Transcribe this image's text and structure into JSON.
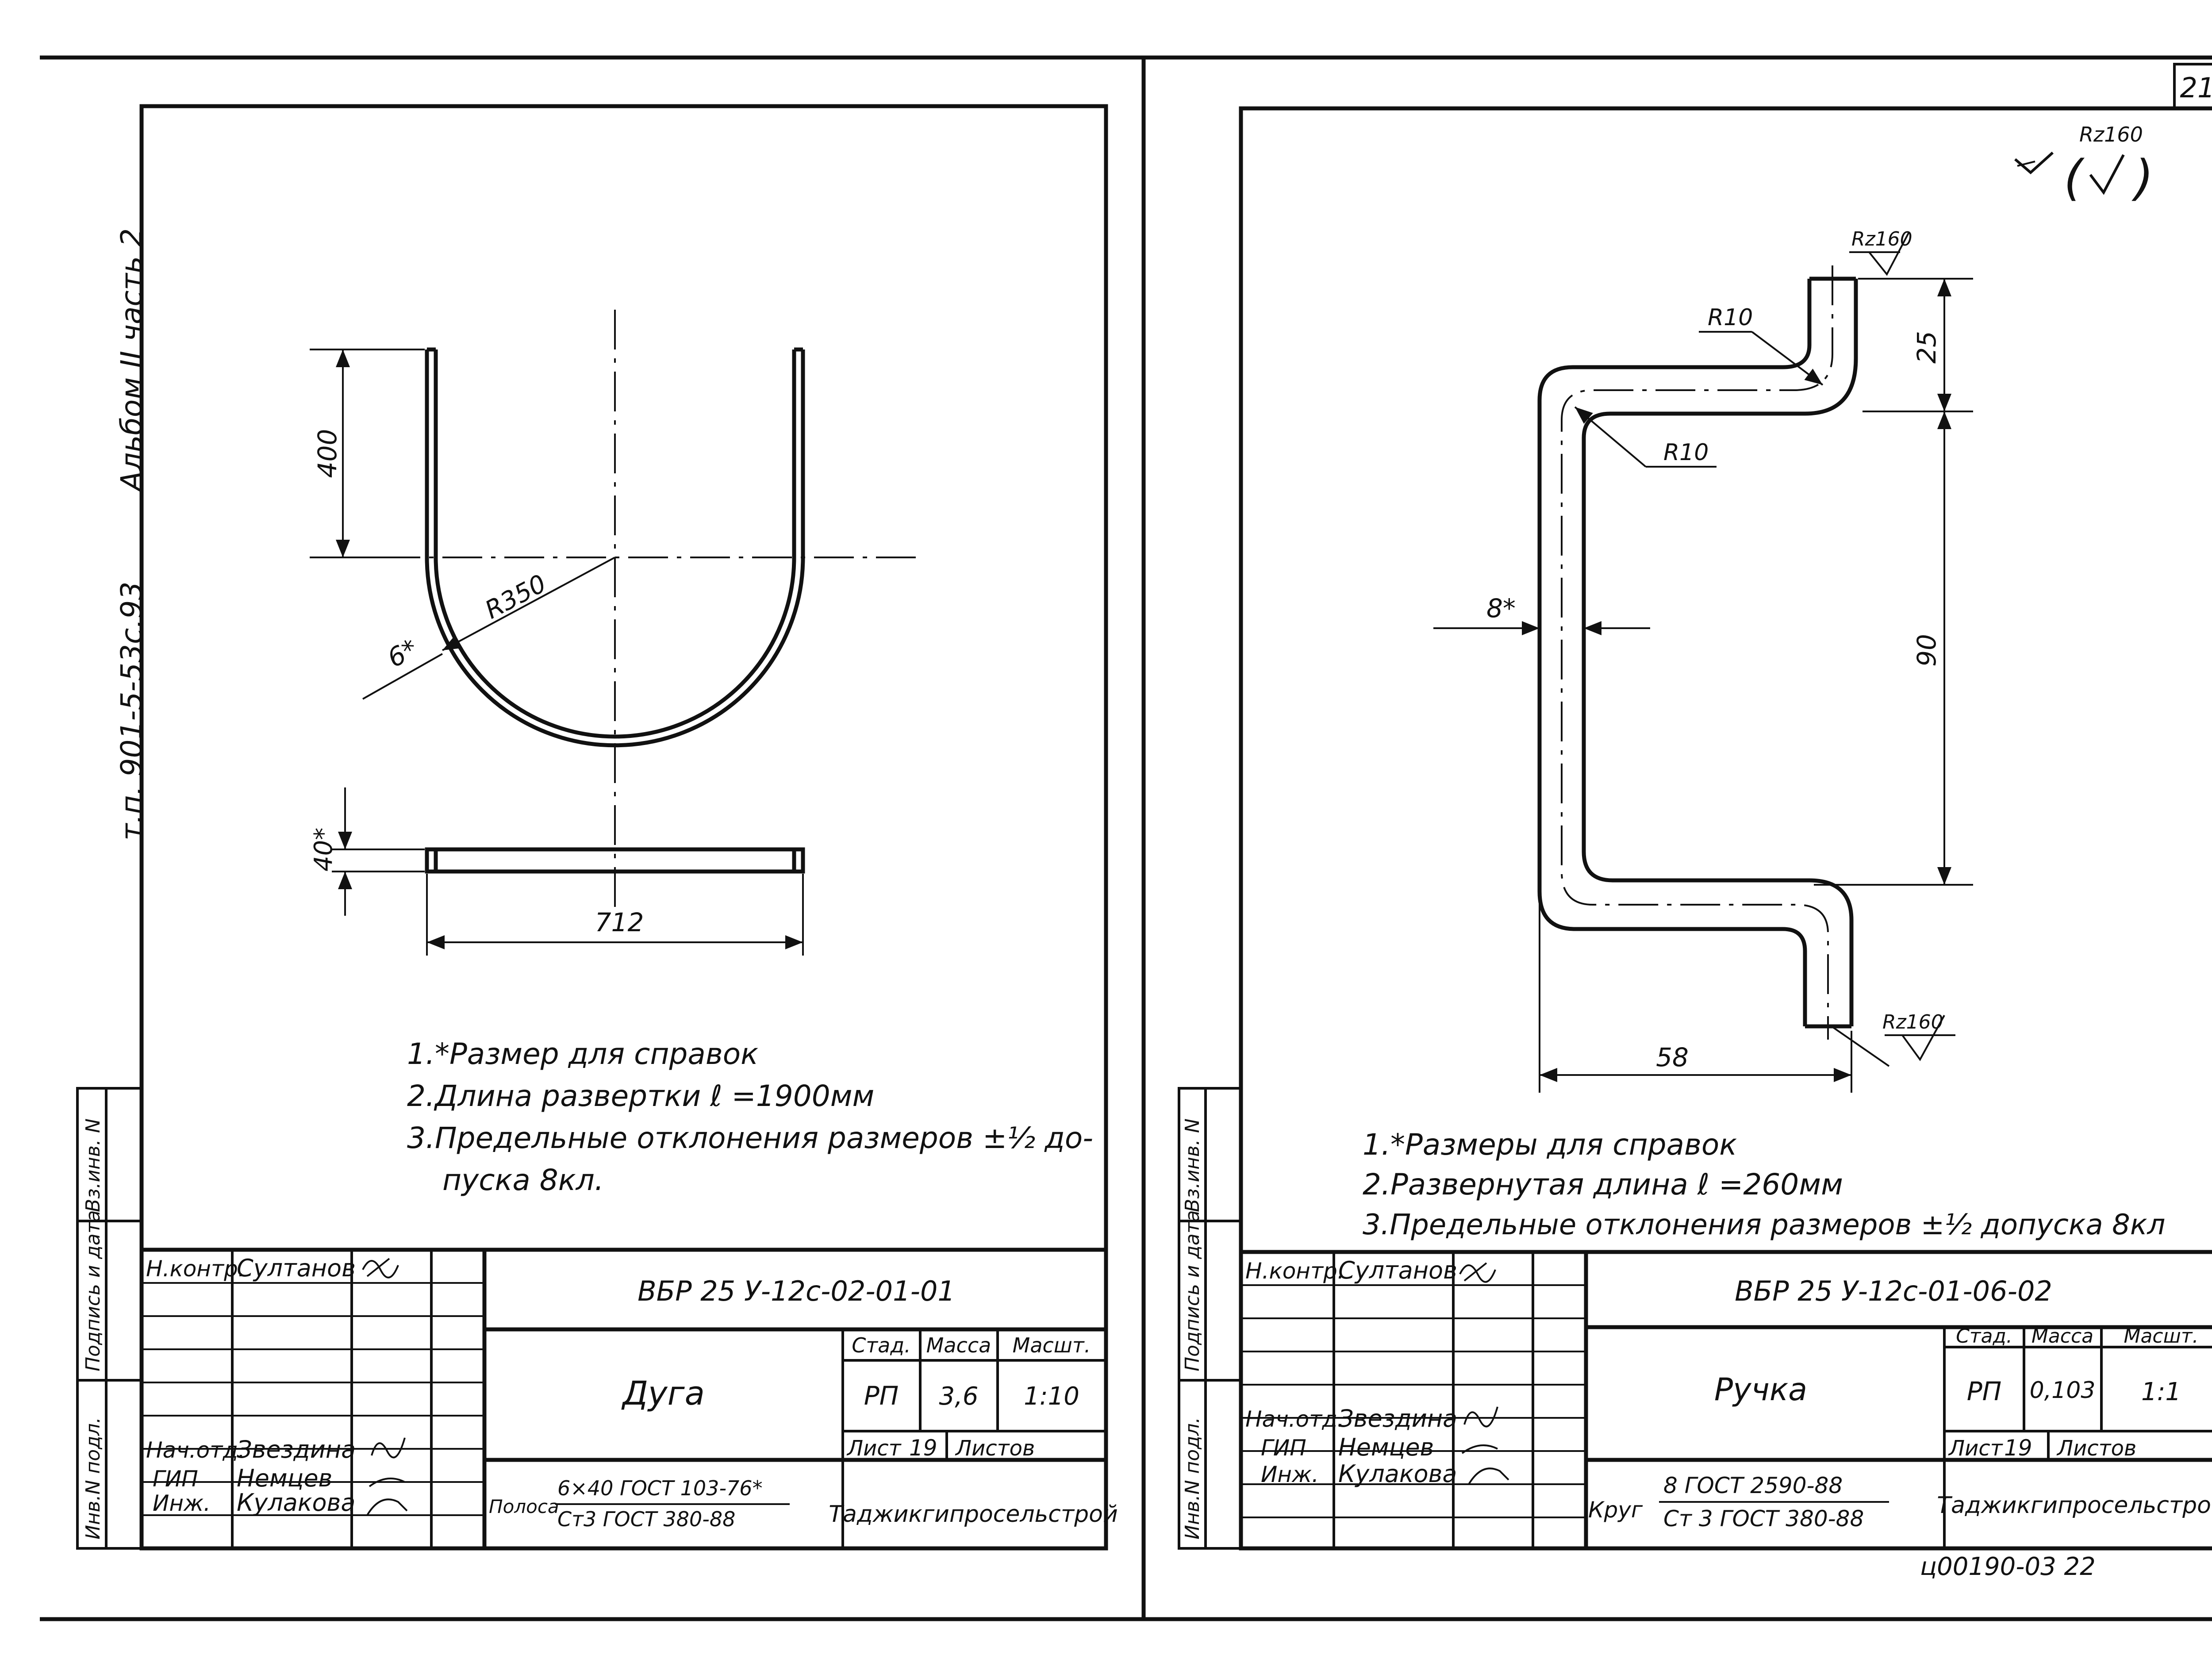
{
  "page_number": "21",
  "side_stamp": {
    "album": "Альбом ІІ часть 2",
    "project": "т.п. 901-5-53с.93"
  },
  "side_columns": [
    "Инв.N подл.",
    "Подпись и дата",
    "Вз.инв. N"
  ],
  "left_sheet": {
    "dims": {
      "d400": "400",
      "r350": "R350",
      "t6": "6*",
      "w40": "40*",
      "l712": "712"
    },
    "notes": [
      "1.*Размер для справок",
      "2.Длина развертки  ℓ =1900мм",
      "3.Предельные отклонения размеров ±½ до-",
      "пуска 8кл."
    ],
    "title_block": {
      "roles": [
        "Н.контр.",
        "Нач.отд.",
        "ГИП",
        "Инж."
      ],
      "names": [
        "Султанов",
        "Звездина",
        "Немцев",
        "Кулакова"
      ],
      "code": "ВБР 25 У-12с-02-01-01",
      "name": "Дуга",
      "hdr_stage": "Стад.",
      "hdr_mass": "Масса",
      "hdr_scale": "Масшт.",
      "stage": "РП",
      "mass": "3,6",
      "scale": "1:10",
      "sheet_label": "Лист",
      "sheet_no": "19",
      "sheets_label": "Листов",
      "material_prefix": "Полоса",
      "material_top": "6×40 ГОСТ 103-76*",
      "material_bottom": "Ст3 ГОСТ 380-88",
      "org": "Таджикгипросельстрой"
    }
  },
  "right_sheet": {
    "roughness": "Rz160",
    "dims": {
      "r10a": "R10",
      "r10b": "R10",
      "rz_top": "Rz160",
      "rz_bottom": "Rz160",
      "d25": "25",
      "d90": "90",
      "d8": "8*",
      "d58": "58"
    },
    "notes": [
      "1.*Размеры для справок",
      "2.Развернутая длина ℓ =260мм",
      "3.Предельные отклонения размеров ±½ допуска 8кл"
    ],
    "title_block": {
      "roles": [
        "Н.контр.",
        "Нач.отд.",
        "ГИП",
        "Инж."
      ],
      "names": [
        "Султанов",
        "Звездина",
        "Немцев",
        "Кулакова"
      ],
      "code": "ВБР 25 У-12с-01-06-02",
      "name": "Ручка",
      "hdr_stage": "Стад.",
      "hdr_mass": "Масса",
      "hdr_scale": "Масшт.",
      "stage": "РП",
      "mass": "0,103",
      "scale": "1:1",
      "sheet_label": "Лист",
      "sheet_no": "19",
      "sheets_label": "Листов",
      "material_prefix": "Круг",
      "material_top": "8 ГОСТ 2590-88",
      "material_bottom": "Ст 3 ГОСТ 380-88",
      "org": "Таджикгипросельстрой"
    },
    "footer_code": "ц00190-03 22"
  }
}
